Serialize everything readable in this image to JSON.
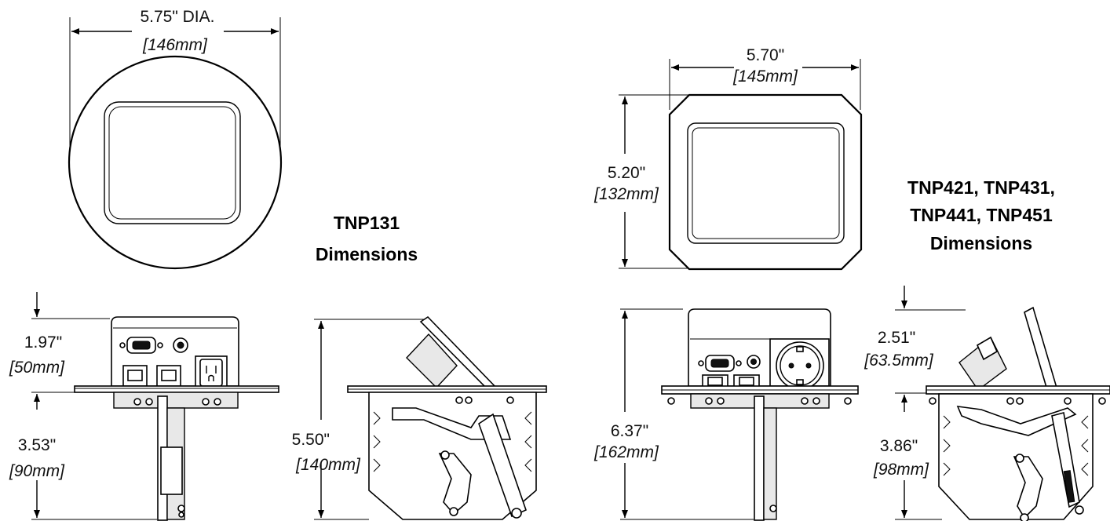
{
  "tnp131": {
    "title_line1": "TNP131",
    "title_line2": "Dimensions",
    "diameter": {
      "inch": "5.75\" DIA.",
      "mm": "[146mm]"
    },
    "height_above": {
      "inch": "1.97\"",
      "mm": "[50mm]"
    },
    "depth_below": {
      "inch": "3.53\"",
      "mm": "[90mm]"
    },
    "total_height": {
      "inch": "5.50\"",
      "mm": "[140mm]"
    }
  },
  "tnp4xx": {
    "title_line1": "TNP421, TNP431,",
    "title_line2": "TNP441, TNP451",
    "title_line3": "Dimensions",
    "width": {
      "inch": "5.70\"",
      "mm": "[145mm]"
    },
    "height": {
      "inch": "5.20\"",
      "mm": "[132mm]"
    },
    "total_height": {
      "inch": "6.37\"",
      "mm": "[162mm]"
    },
    "height_above": {
      "inch": "2.51\"",
      "mm": "[63.5mm]"
    },
    "depth_below": {
      "inch": "3.86\"",
      "mm": "[98mm]"
    }
  }
}
